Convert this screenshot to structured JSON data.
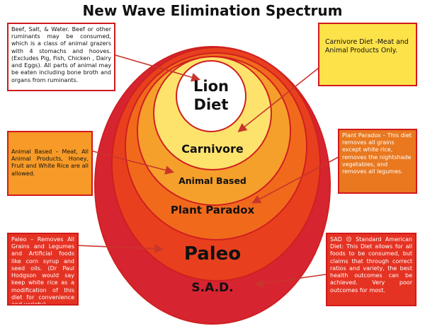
{
  "title": "New Wave Elimination Spectrum",
  "layers": {
    "lion": [
      "Lion",
      "Diet"
    ],
    "carnivore": "Carnivore",
    "animal_based": "Animal Based",
    "plant_paradox": "Plant Paradox",
    "paleo": "Paleo",
    "sad": "S.A.D."
  },
  "colors": {
    "sad": "#d72431",
    "paleo": "#e8401e",
    "plant_paradox": "#f16a1c",
    "animal_based": "#f6a02c",
    "carnivore": "#fde36c",
    "lion": "#ffffff",
    "outline": "#cf2020",
    "arrow": "#c9352b"
  },
  "notes": {
    "lion": "Beef, Salt, & Water. Beef or other ruminants may be consumed, which is a class of animal grazers with 4 stomachs and hooves. (Excludes Pig, Fish, Chicken , Dairy and Eggs). All parts of animal may be eaten including bone broth and organs from ruminants.",
    "carnivore": "Carnivore Diet -Meat and Animal Products Only.",
    "animal_based": "Animal Based – Meat, All Animal Products, Honey, Fruit and White Rice are all allowed.",
    "plant_paradox": "Plant Paradox – This diet removes all grains except white rice, removes the nightshade vegetables, and removes all legumes.",
    "paleo": "Paleo – Removes All Grains and Legumes and Artificial foods like corn syrup and seed oils. (Dr Paul Hodgson would say keep white rice as a modification of this diet for convenience and variety).",
    "sad": "SAD ☹ Standard American Diet: This Diet allows for all foods to be consumed, but claims that through correct ratios and variety, the best health outcomes can be achieved. Very poor outcomes for most."
  }
}
